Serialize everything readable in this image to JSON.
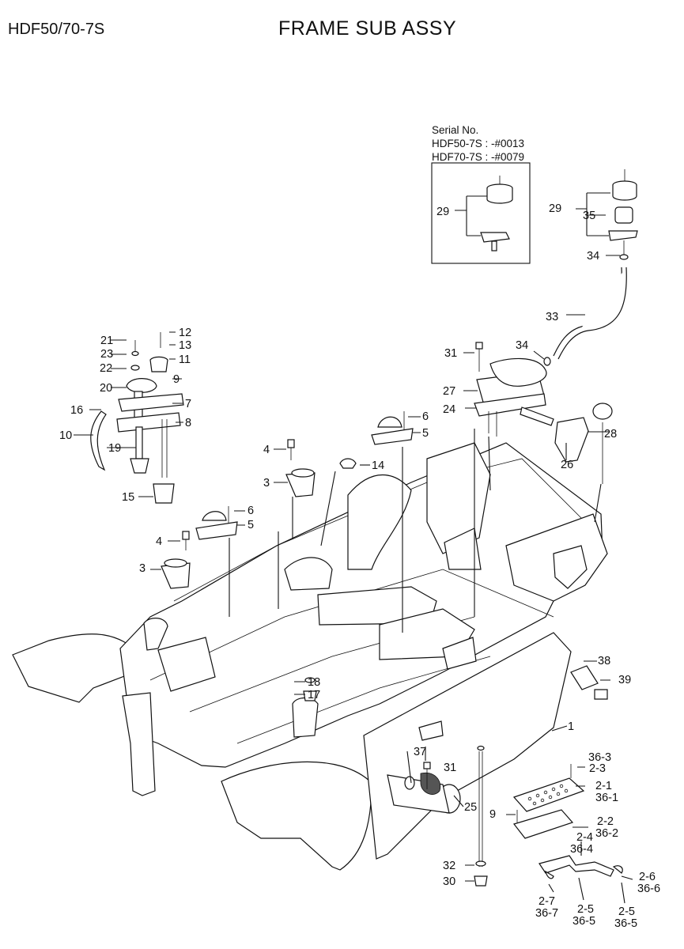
{
  "header": {
    "model": "HDF50/70-7S",
    "title": "FRAME SUB ASSY"
  },
  "serial_box": {
    "heading": "Serial No.",
    "line1": "HDF50-7S : -#0013",
    "line2": "HDF70-7S : -#0079",
    "ref": "29"
  },
  "callouts": {
    "c1": "1",
    "c2_1": "2-1",
    "c2_2": "2-2",
    "c2_3": "2-3",
    "c2_4": "2-4",
    "c2_5a": "2-5",
    "c2_5b": "2-5",
    "c2_6": "2-6",
    "c2_7": "2-7",
    "c3a": "3",
    "c3b": "3",
    "c4a": "4",
    "c4b": "4",
    "c5a": "5",
    "c5b": "5",
    "c6a": "6",
    "c6b": "6",
    "c7": "7",
    "c8": "8",
    "c9a": "9",
    "c9b": "9",
    "c10": "10",
    "c11": "11",
    "c12": "12",
    "c13": "13",
    "c14": "14",
    "c15": "15",
    "c16": "16",
    "c17": "17",
    "c18": "18",
    "c19": "19",
    "c20": "20",
    "c21": "21",
    "c22": "22",
    "c23": "23",
    "c24": "24",
    "c25": "25",
    "c26": "26",
    "c27": "27",
    "c28": "28",
    "c29": "29",
    "c30": "30",
    "c31a": "31",
    "c31b": "31",
    "c32": "32",
    "c33": "33",
    "c34a": "34",
    "c34b": "34",
    "c35": "35",
    "c36_1": "36-1",
    "c36_2": "36-2",
    "c36_3": "36-3",
    "c36_4": "36-4",
    "c36_5a": "36-5",
    "c36_5b": "36-5",
    "c36_6": "36-6",
    "c36_7": "36-7",
    "c37": "37",
    "c38": "38",
    "c39": "39"
  }
}
